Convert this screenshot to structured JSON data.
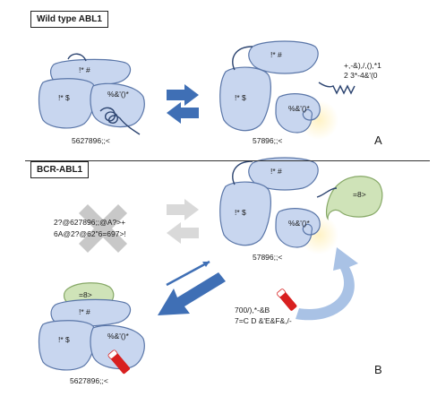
{
  "panelA": {
    "title": "Wild type ABL1",
    "left": {
      "kinaseA": "!* #",
      "kinaseB": "!* $",
      "cap": "%&'()*",
      "caption": "5627896;;<"
    },
    "right": {
      "kinaseA": "!* #",
      "kinaseB": "!* $",
      "cap": "%&'()*",
      "tail_label_1": "+,-&),/,(),*1",
      "tail_label_2": "2 3*-4&'(0",
      "caption": "57896;;<"
    },
    "letter": "A"
  },
  "panelB": {
    "title": "BCR-ABL1",
    "blocked_label_1": "2?@627896;;@A?>+",
    "blocked_label_2": "6A@2?@62\"6=697>!",
    "right": {
      "kinaseA": "!* #",
      "kinaseB": "!* $",
      "cap": "%&'()*",
      "bcr": "=8>",
      "caption": "57896;;<"
    },
    "bottom": {
      "kinaseA": "!* #",
      "kinaseB": "!* $",
      "cap": "%&'()*",
      "bcr": "=8>",
      "caption": "5627896;;<"
    },
    "drug_label_1": "700/),*-&B",
    "drug_label_2": "7=C D &'E&F&,/-",
    "letter": "B"
  },
  "colors": {
    "protein_fill": "#c8d6ef",
    "protein_stroke": "#5a76a8",
    "bcr_fill": "#cfe3b8",
    "bcr_stroke": "#86a866",
    "arrow_blue": "#3f6fb5",
    "arrow_light_blue": "#a9c2e5",
    "arrow_gray": "#d9d9d9",
    "cross_gray": "#c8c8c8",
    "drug_red": "#d82020",
    "glow": "#ffe9b0"
  }
}
